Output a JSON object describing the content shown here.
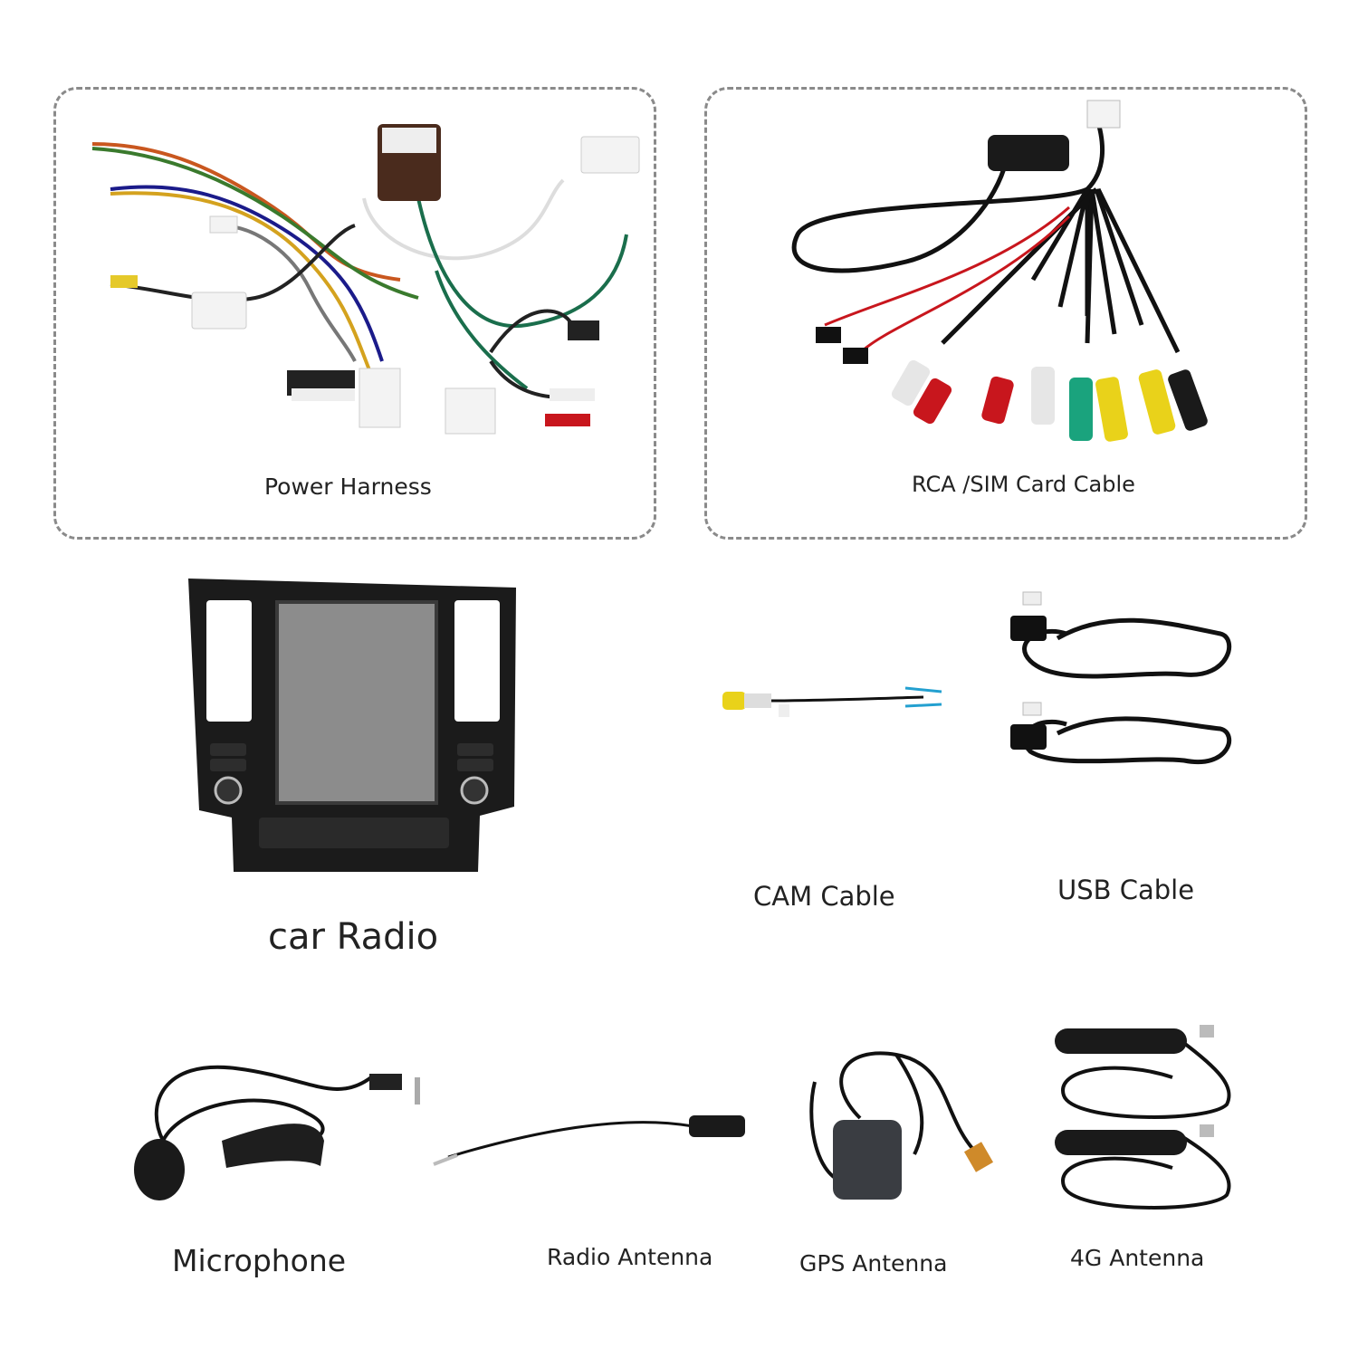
{
  "items": {
    "power_harness": "Power Harness",
    "rca_sim": "RCA /SIM Card Cable",
    "car_radio": "car Radio",
    "cam_cable": "CAM Cable",
    "usb_cable": "USB Cable",
    "microphone": "Microphone",
    "radio_antenna": "Radio Antenna",
    "gps_antenna": "GPS Antenna",
    "antenna_4g": "4G Antenna"
  },
  "colors": {
    "panel_border": "#8a8a8a",
    "cable": "#111111",
    "rca_red": "#c8161d",
    "rca_white": "#e6e6e6",
    "rca_yellow": "#e9d21a",
    "rca_green": "#1aa37d"
  }
}
